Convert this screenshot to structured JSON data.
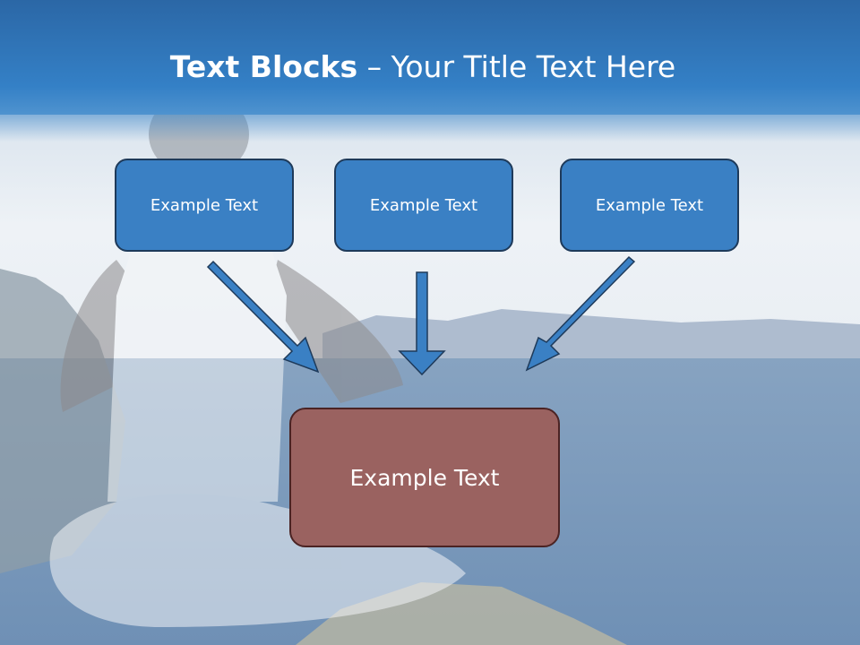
{
  "title": {
    "bold": "Text Blocks",
    "dash": "–",
    "rest": "Your Title Text Here"
  },
  "diagram": {
    "top_boxes": [
      {
        "label": "Example Text"
      },
      {
        "label": "Example Text"
      },
      {
        "label": "Example Text"
      }
    ],
    "target_box": {
      "label": "Example Text"
    }
  },
  "colors": {
    "header_band": "#2e74b5",
    "box_fill": "#3a80c4",
    "arrow_fill": "#3a80c4",
    "target_fill": "#9a6260",
    "sea": "#7b99bb",
    "sky": "#e3eaf2"
  },
  "background": {
    "icon": "yoga-photo-icon"
  }
}
